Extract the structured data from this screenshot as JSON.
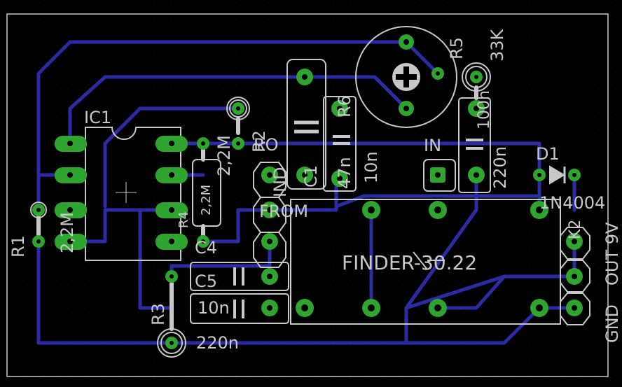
{
  "app": {
    "name": "PCB board view"
  },
  "colors": {
    "background": "#000000",
    "grid": "#2a2a2a",
    "trace": "#2b2ba3",
    "pad": "#2fa52f",
    "silk": "#c8c8c8",
    "drill": "#000000"
  },
  "labels": {
    "ic1": "IC1",
    "r1": "R1",
    "r1_val": "2,2M",
    "r2": "R2",
    "r2_val": "2,2M",
    "r3": "R3",
    "r4": "R4",
    "r4_val": "2,2M",
    "r5": "R5",
    "r5_val": "33K",
    "r6": "R6",
    "c1": "C1",
    "c4": "C4",
    "c5": "C5",
    "d1": "D1",
    "d1_val": "1N4004",
    "ro": "RO",
    "ind": "IND",
    "from": "FROM",
    "in": "IN",
    "val_47n": "47n",
    "val_10n_a": "10n",
    "val_10n_b": "10n",
    "val_220n_a": "220n",
    "val_220n_b": "220n",
    "val_100n": "100n",
    "k2": "K2",
    "out9v": "OUT 9V",
    "gnd": "GND",
    "finder": "FINDER-30.22"
  }
}
